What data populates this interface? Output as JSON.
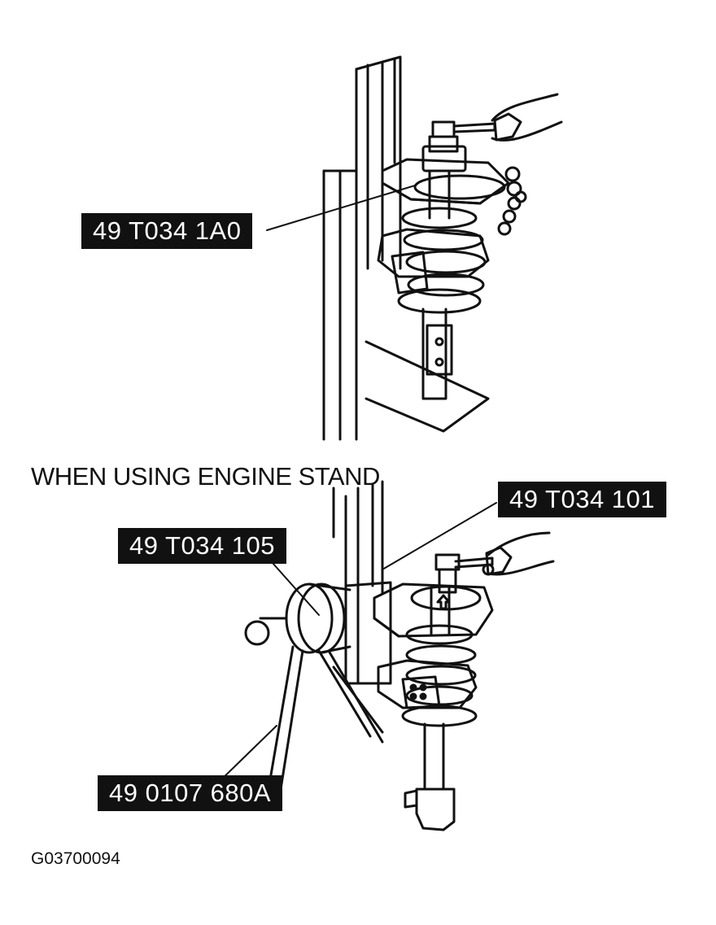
{
  "top_view": {
    "callout_tool": "49 T034 1A0"
  },
  "bottom_view": {
    "heading": "WHEN USING ENGINE STAND",
    "callout_compressor": "49 T034 101",
    "callout_adapter": "49 T034 105",
    "callout_stand": "49 0107 680A"
  },
  "figure_id": "G03700094"
}
